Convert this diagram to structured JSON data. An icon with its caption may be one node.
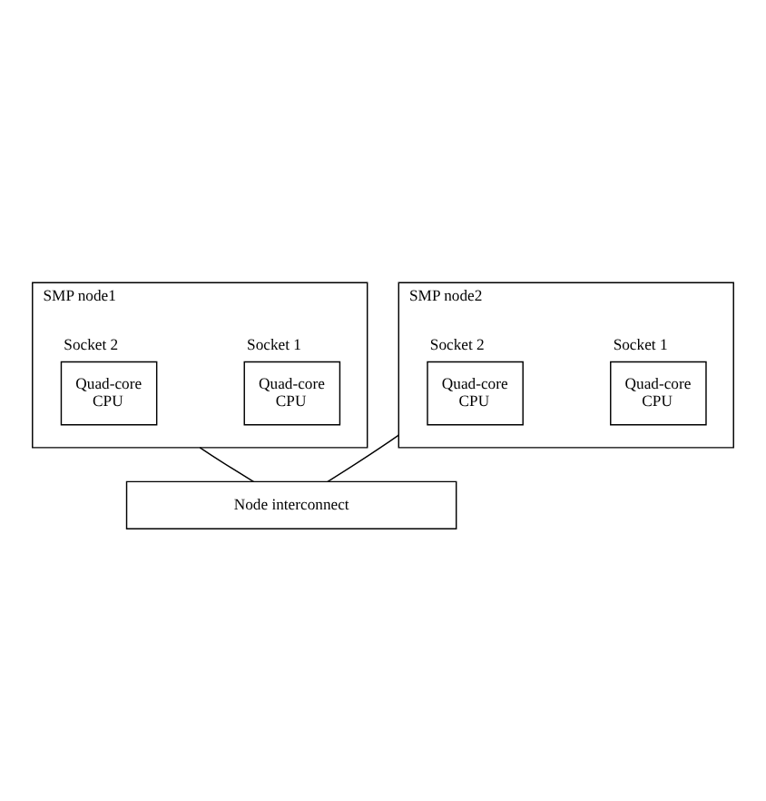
{
  "diagram": {
    "nodes": [
      {
        "text": [
          "SMP node1"
        ]
      },
      {
        "text": [
          "Quad-core CPU"
        ],
        "in": 0,
        "beside": [
          "Socket 1"
        ]
      },
      {
        "text": [
          "Quad-core CPU"
        ],
        "in": 0,
        "beside": [
          "Socket 2"
        ]
      },
      {
        "text": [
          "SMP node2"
        ]
      },
      {
        "text": [
          "Quad-core CPU"
        ],
        "in": 3,
        "beside": [
          "Socket 1"
        ]
      },
      {
        "text": [
          "Quad-core CPU"
        ],
        "in": 3,
        "beside": [
          "Socket 2"
        ]
      },
      {
        "text": [
          "Node interconnect"
        ]
      }
    ],
    "edges": [
      {
        "from": 0,
        "to": 6,
        "arrow": "none"
      },
      {
        "from": 3,
        "to": 6,
        "arrow": "none"
      }
    ]
  }
}
